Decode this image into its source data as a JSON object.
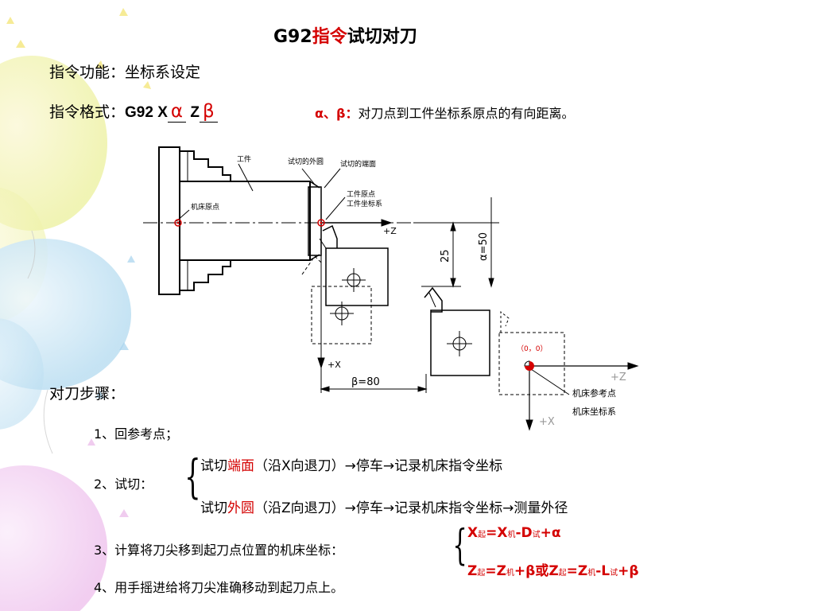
{
  "title": {
    "prefix": "G92",
    "red": "指令",
    "rest": "试切对刀"
  },
  "function": "指令功能：坐标系设定",
  "format": {
    "label": "指令格式：",
    "g92": "G92 X",
    "alpha": "α",
    "z": " Z",
    "beta": "β",
    "desc_symbols": "α、β：",
    "desc": "对刀点到工件坐标系原点的有向距离。"
  },
  "diagram": {
    "workpiece": "工件",
    "outer_cut": "试切的外圆",
    "end_cut": "试切的端面",
    "work_origin": "工件原点",
    "work_coord": "工件坐标系",
    "machine_origin": "机床原点",
    "plus_z": "+Z",
    "plus_x": "+X",
    "dim_25": "25",
    "alpha_dim": "α=50",
    "beta_dim": "β=80",
    "ref_coord": "（0，0）",
    "machine_ref": "机床参考点",
    "machine_coord": "机床坐标系",
    "plus_z2": "+Z",
    "plus_x2": "+X"
  },
  "steps": {
    "heading": "对刀步骤：",
    "s1": "1、回参考点；",
    "s2": "2、试切：",
    "s2a": {
      "p1": "试切",
      "red": "端面",
      "p2": "（沿X向退刀）→停车→记录机床指令坐标"
    },
    "s2b": {
      "p1": "试切",
      "red": "外圆",
      "p2": "（沿Z向退刀）→停车→记录机床指令坐标→测量外径"
    },
    "s3": "3、计算将刀尖移到起刀点位置的机床坐标：",
    "s4": "4、用手摇进给将刀尖准确移动到起刀点上。"
  },
  "formulas": {
    "f1": {
      "a": "X",
      "a_sub": "起",
      "b": "=X",
      "b_sub": "机",
      "c": "-D",
      "c_sub": "试",
      "d": "+α"
    },
    "f2": {
      "a": "Z",
      "a_sub": "起",
      "b": "=Z",
      "b_sub": "机",
      "c": "+β",
      "or": "或",
      "e": "Z",
      "e_sub": "起",
      "f": "=Z",
      "f_sub": "机",
      "g": "-L",
      "g_sub": "试",
      "h": "+β"
    }
  }
}
